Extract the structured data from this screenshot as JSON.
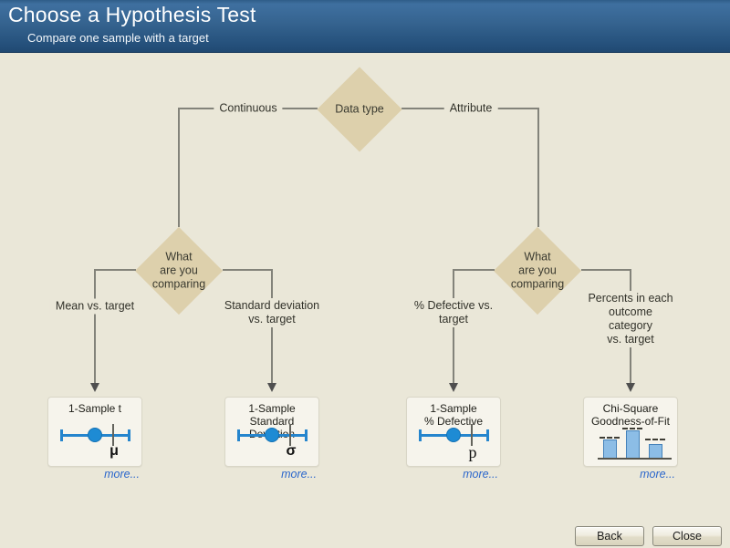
{
  "header": {
    "title": "Choose a Hypothesis Test",
    "subtitle": "Compare one sample with a target"
  },
  "tree": {
    "root_label": "Data type",
    "left_branch_label": "Continuous",
    "right_branch_label": "Attribute",
    "left_question": "What\nare you\ncomparing",
    "right_question": "What\nare you\ncomparing",
    "leaf_labels": [
      "Mean vs. target",
      "Standard deviation\nvs. target",
      "% Defective vs.\ntarget",
      "Percents in each\noutcome category\nvs. target"
    ]
  },
  "cards": [
    {
      "title": "1-Sample t",
      "symbol": "μ",
      "more_label": "more..."
    },
    {
      "title": "1-Sample\nStandard Deviation",
      "symbol": "σ",
      "more_label": "more..."
    },
    {
      "title": "1-Sample\n% Defective",
      "symbol": "p",
      "more_label": "more..."
    },
    {
      "title": "Chi-Square\nGoodness-of-Fit",
      "more_label": "more..."
    }
  ],
  "footer": {
    "back_label": "Back",
    "close_label": "Close"
  },
  "colors": {
    "header_top": "#3f70a0",
    "header_bottom": "#24517c",
    "background": "#eae7d8",
    "diamond_fill": "#ddd0ac",
    "connector_gray": "#83837a",
    "accent_blue": "#1e8bd4",
    "link_blue": "#2a66cc",
    "card_bg": "#f6f4ec",
    "card_border": "#d9d6c7",
    "bar_fill": "#8cbde6",
    "bar_border": "#4582ba"
  }
}
